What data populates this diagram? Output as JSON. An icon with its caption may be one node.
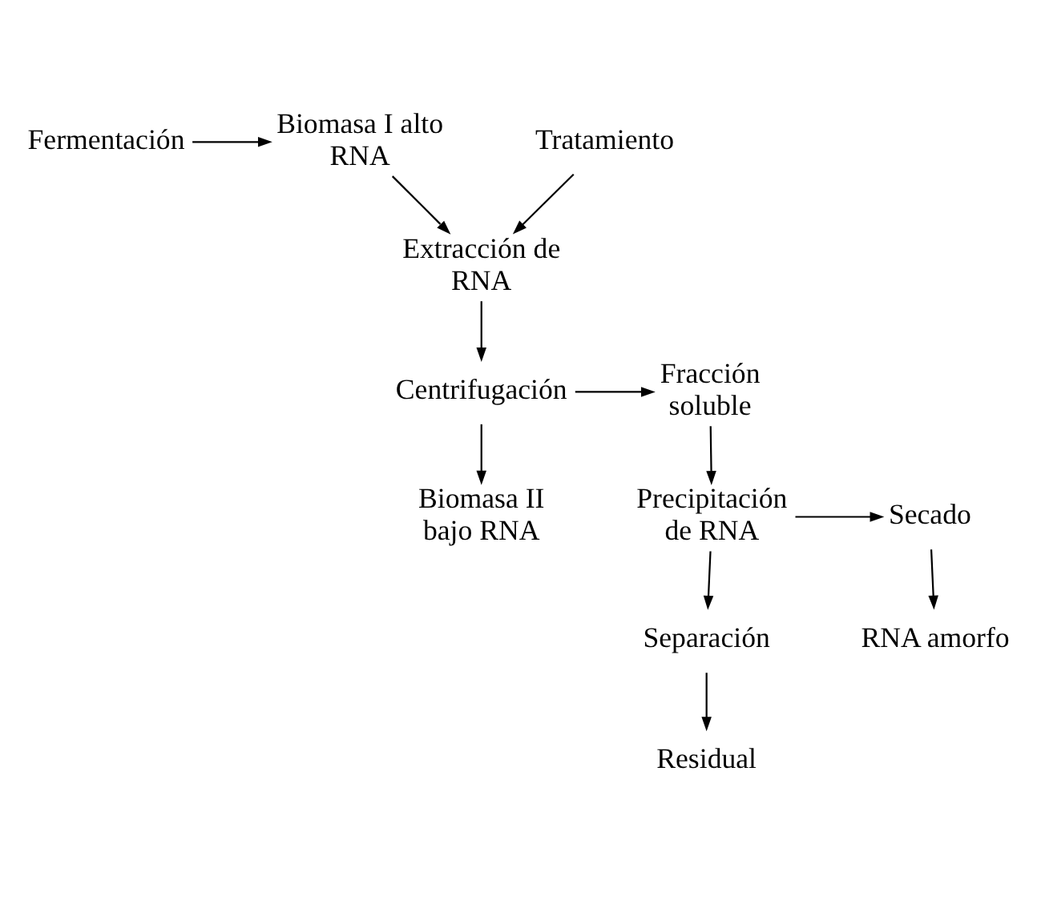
{
  "diagram": {
    "nodes": [
      {
        "text": [
          "Fermentación"
        ]
      },
      {
        "text": [
          "Biomasa I alto RNA"
        ]
      },
      {
        "text": [
          "Tratamiento"
        ]
      },
      {
        "text": [
          "Extracción de RNA"
        ]
      },
      {
        "text": [
          "Centrifugación"
        ]
      },
      {
        "text": [
          "Fracción soluble"
        ]
      },
      {
        "text": [
          "Biomasa II bajo RNA"
        ]
      },
      {
        "text": [
          "Precipitación de RNA"
        ]
      },
      {
        "text": [
          "Secado"
        ]
      },
      {
        "text": [
          "RNA amorfo"
        ]
      },
      {
        "text": [
          "Separación"
        ]
      },
      {
        "text": [
          "Residual"
        ]
      }
    ],
    "edges": [
      {
        "from": 0,
        "to": 1,
        "arrow": "to"
      },
      {
        "from": 1,
        "to": 3,
        "arrow": "to"
      },
      {
        "from": 2,
        "to": 3,
        "arrow": "to"
      },
      {
        "from": 3,
        "to": 4,
        "arrow": "to"
      },
      {
        "from": 4,
        "to": 5,
        "arrow": "to"
      },
      {
        "from": 4,
        "to": 6,
        "arrow": "to"
      },
      {
        "from": 5,
        "to": 7,
        "arrow": "to"
      },
      {
        "from": 7,
        "to": 8,
        "arrow": "to"
      },
      {
        "from": 8,
        "to": 9,
        "arrow": "to"
      },
      {
        "from": 7,
        "to": 10,
        "arrow": "to"
      },
      {
        "from": 10,
        "to": 11,
        "arrow": "to"
      }
    ]
  }
}
